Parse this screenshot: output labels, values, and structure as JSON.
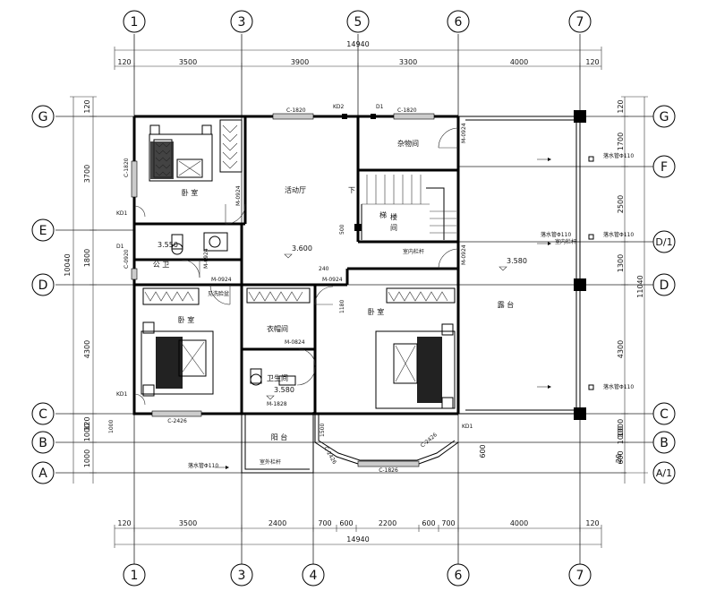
{
  "axes_top": [
    "1",
    "3",
    "5",
    "6",
    "7"
  ],
  "axes_bottom": [
    "1",
    "3",
    "4",
    "6",
    "7"
  ],
  "axes_left": [
    "G",
    "E",
    "D",
    "C",
    "B",
    "A"
  ],
  "axes_right": [
    "G",
    "F",
    "D/1",
    "D",
    "C",
    "B",
    "A/1"
  ],
  "dims": {
    "top_total": "14940",
    "top_segments": [
      "120",
      "3500",
      "3900",
      "3300",
      "4000",
      "120"
    ],
    "bottom_total": "14940",
    "bottom_segments": [
      "120",
      "3500",
      "2400",
      "700",
      "600",
      "2200",
      "600",
      "700",
      "4000",
      "120"
    ],
    "left_total": "10040",
    "left_segments": [
      "120",
      "3700",
      "1800",
      "4300",
      "120",
      "1000",
      "1000"
    ],
    "right_total": "11040",
    "right_segments": [
      "120",
      "1700",
      "2500",
      "1300",
      "4300",
      "1000",
      "600",
      "20"
    ],
    "right_extra": "1000",
    "inner": [
      "500",
      "240",
      "1180",
      "1500",
      "1000",
      "600"
    ]
  },
  "rooms": {
    "bedroom_nw": "卧 室",
    "activity_hall": "活动厅",
    "down": "下",
    "storage": "杂物间",
    "stair_a": "楼",
    "stair_b": "梯",
    "stair_c": "间",
    "public_wc": "公 卫",
    "bedroom_sw": "卧 室",
    "wardrobe": "衣帽间",
    "bathroom": "卫生间",
    "bedroom_se": "卧 室",
    "terrace": "露 台",
    "balcony": "阳 台"
  },
  "levels": {
    "wc": "3.550",
    "hall": "3.600",
    "bath": "3.580",
    "terrace": "3.580"
  },
  "marks": {
    "c1820_a": "C-1820",
    "kd2": "KD2",
    "d1_top": "D1",
    "c1820_b": "C-1820",
    "c1820_v": "C-1820",
    "m0924_v_top": "M-0924",
    "m0924_v_stor": "M-0924",
    "kd1_a": "KD1",
    "d1_left": "D1",
    "c0920": "C-0920",
    "m0924_v_wc": "M-0924",
    "m0924_a": "M-0924",
    "m0924_b": "M-0924",
    "m0924_v_ter": "M-0924",
    "m0824": "M-0824",
    "m1828": "M-1828",
    "kd1_b": "KD1",
    "c2426": "C-2426",
    "c1826": "C-1826",
    "kd1_c": "KD1",
    "rail_a": "室内栏杆",
    "rail_b": "室内栏杆",
    "rail_c": "室外栏杆",
    "basin": "见洗脸盆",
    "drain_1": "落水管Φ110",
    "drain_2": "落水管Φ110",
    "drain_3": "落水管Φ110",
    "drain_4": "落水管Φ110",
    "drain_5": "落水管Φ110",
    "bay_l": "C-2426",
    "bay_r": "C-2426"
  }
}
